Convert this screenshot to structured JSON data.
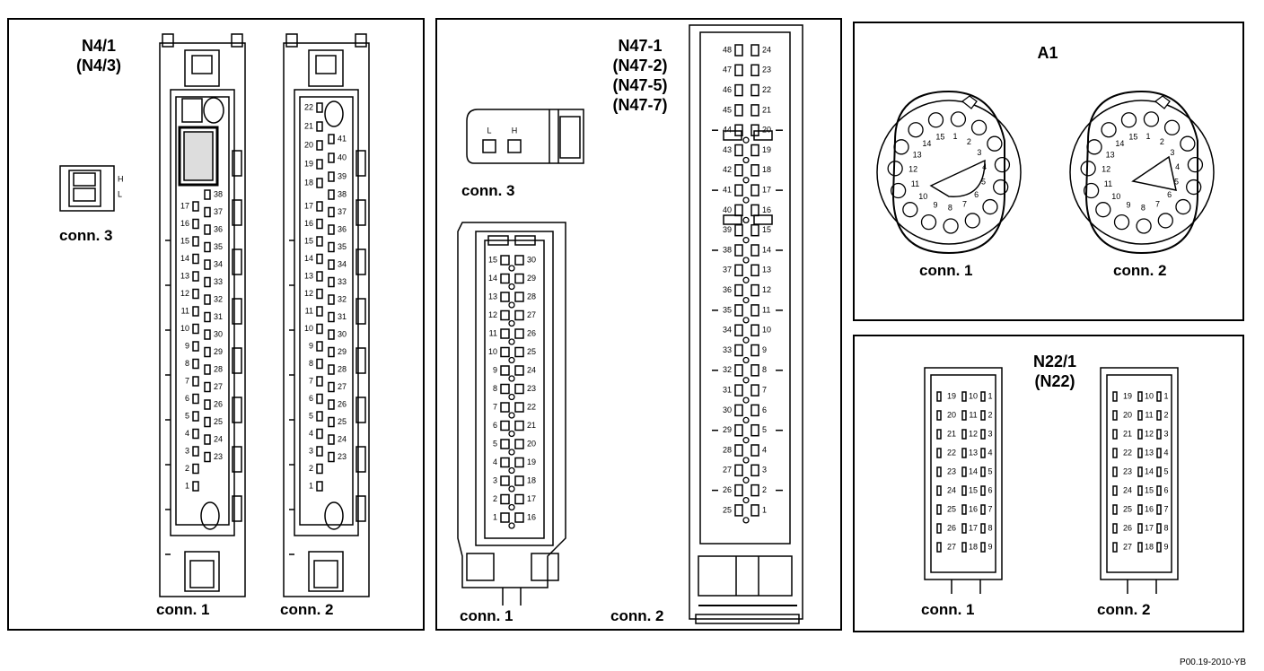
{
  "panels": {
    "n4": {
      "title_l1": "N4/1",
      "title_l2": "(N4/3)",
      "conn3_label": "conn. 3",
      "conn1_label": "conn. 1",
      "conn2_label": "conn. 2",
      "conn3_pins": [
        "H",
        "L"
      ],
      "conn1_left_pins": [
        "17",
        "16",
        "15",
        "14",
        "13",
        "12",
        "11",
        "10",
        "9",
        "8",
        "7",
        "6",
        "5",
        "4",
        "3",
        "2",
        "1"
      ],
      "conn1_right_pins": [
        "38",
        "37",
        "36",
        "35",
        "34",
        "33",
        "32",
        "31",
        "30",
        "29",
        "28",
        "27",
        "26",
        "25",
        "24",
        "23"
      ],
      "conn2_top_left_pins": [
        "22",
        "21",
        "20",
        "19",
        "18"
      ],
      "conn2_top_right_pins": [
        "41",
        "40",
        "39"
      ],
      "conn2_left_pins": [
        "17",
        "16",
        "15",
        "14",
        "13",
        "12",
        "11",
        "10",
        "9",
        "8",
        "7",
        "6",
        "5",
        "4",
        "3",
        "2",
        "1"
      ],
      "conn2_right_pins": [
        "38",
        "37",
        "36",
        "35",
        "34",
        "33",
        "32",
        "31",
        "30",
        "29",
        "28",
        "27",
        "26",
        "25",
        "24",
        "23"
      ]
    },
    "n47": {
      "title_l1": "N47-1",
      "title_l2": "(N47-2)",
      "title_l3": "(N47-5)",
      "title_l4": "(N47-7)",
      "conn3_label": "conn. 3",
      "conn1_label": "conn. 1",
      "conn2_label": "conn. 2",
      "conn3_pins": [
        "L",
        "H"
      ],
      "conn1_left_pins": [
        "15",
        "14",
        "13",
        "12",
        "11",
        "10",
        "9",
        "8",
        "7",
        "6",
        "5",
        "4",
        "3",
        "2",
        "1"
      ],
      "conn1_right_pins": [
        "30",
        "29",
        "28",
        "27",
        "26",
        "25",
        "24",
        "23",
        "22",
        "21",
        "20",
        "19",
        "18",
        "17",
        "16"
      ],
      "conn2_left_pins": [
        "48",
        "47",
        "46",
        "45",
        "44",
        "43",
        "42",
        "41",
        "40",
        "39",
        "38",
        "37",
        "36",
        "35",
        "34",
        "33",
        "32",
        "31",
        "30",
        "29",
        "28",
        "27",
        "26",
        "25"
      ],
      "conn2_right_pins": [
        "24",
        "23",
        "22",
        "21",
        "20",
        "19",
        "18",
        "17",
        "16",
        "15",
        "14",
        "13",
        "12",
        "11",
        "10",
        "9",
        "8",
        "7",
        "6",
        "5",
        "4",
        "3",
        "2",
        "1"
      ]
    },
    "a1": {
      "title": "A1",
      "conn1_label": "conn. 1",
      "conn2_label": "conn. 2",
      "conn1_pins": [
        "1",
        "2",
        "3",
        "4",
        "5",
        "6",
        "7",
        "8",
        "9",
        "10",
        "11",
        "12",
        "13",
        "14",
        "15"
      ],
      "conn2_pins": [
        "1",
        "2",
        "3",
        "4",
        "5",
        "6",
        "7",
        "8",
        "9",
        "10",
        "11",
        "12",
        "13",
        "14",
        "15"
      ]
    },
    "n22": {
      "title_l1": "N22/1",
      "title_l2": "(N22)",
      "conn1_label": "conn. 1",
      "conn2_label": "conn. 2",
      "col_a": [
        "19",
        "20",
        "21",
        "22",
        "23",
        "24",
        "25",
        "26",
        "27"
      ],
      "col_b": [
        "10",
        "11",
        "12",
        "13",
        "14",
        "15",
        "16",
        "17",
        "18"
      ],
      "col_c": [
        "1",
        "2",
        "3",
        "4",
        "5",
        "6",
        "7",
        "8",
        "9"
      ]
    }
  },
  "figure_ref": "P00.19-2010-YB"
}
